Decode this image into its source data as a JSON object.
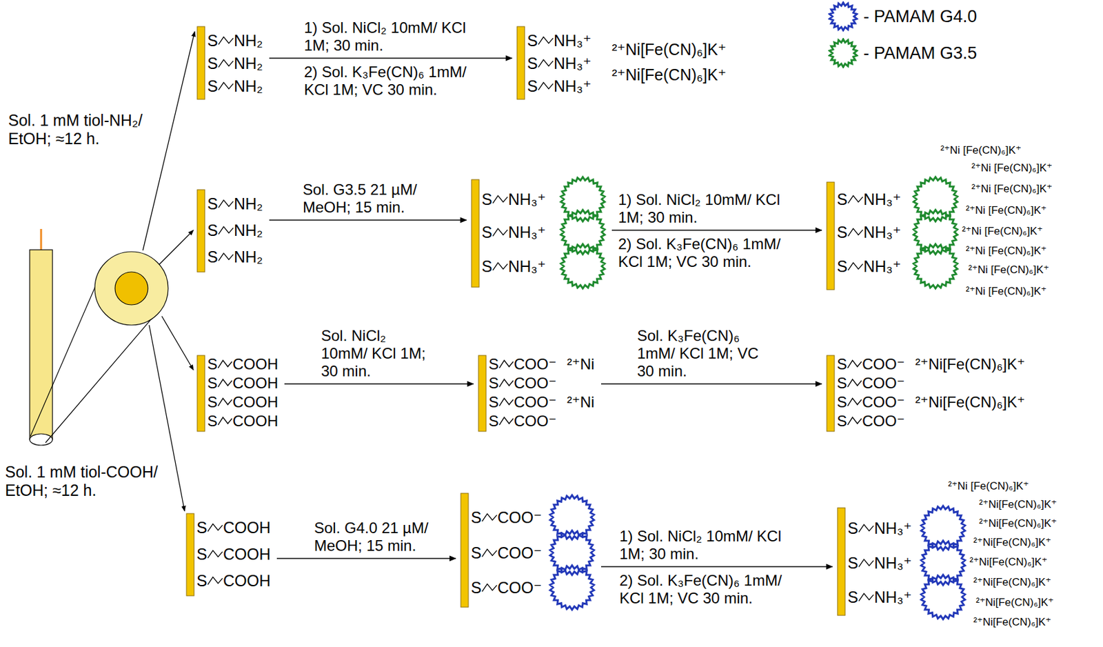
{
  "diagram": {
    "nodes": [
      {
        "text": [
          "S",
          "NH₂",
          "S",
          "NH₂",
          "S",
          "NH₂"
        ]
      },
      {
        "text": [
          "S",
          "NH₃⁺",
          "S",
          "NH₃⁺",
          "S",
          "NH₃⁺",
          "²⁺Ni[Fe(CN)₆]K⁺",
          "²⁺Ni[Fe(CN)₆]K⁺"
        ]
      },
      {
        "text": [
          "S",
          "NH₂",
          "S",
          "NH₂",
          "S",
          "NH₂"
        ]
      },
      {
        "text": [
          "S",
          "NH₃⁺",
          "S",
          "NH₃⁺",
          "S",
          "NH₃⁺"
        ]
      },
      {
        "text": [
          "S",
          "NH₃⁺",
          "S",
          "NH₃⁺",
          "S",
          "NH₃⁺",
          "²⁺Ni [Fe(CN)₆]K⁺",
          "²⁺Ni [Fe(CN)₆]K⁺",
          "²⁺Ni [Fe(CN)₆]K⁺",
          "²⁺Ni [Fe(CN)₆]K⁺",
          "²⁺Ni [Fe(CN)₆]K⁺",
          "²⁺Ni [Fe(CN)₆]K⁺",
          "²⁺Ni [Fe(CN)₆]K⁺",
          "²⁺Ni [Fe(CN)₆]K⁺"
        ]
      },
      {
        "text": [
          "S",
          "COOH",
          "S",
          "COOH",
          "S",
          "COOH",
          "S",
          "COOH"
        ]
      },
      {
        "text": [
          "S",
          "COO⁻",
          "S",
          "COO⁻",
          "S",
          "COO⁻",
          "S",
          "COO⁻",
          "²⁺Ni",
          "²⁺Ni"
        ]
      },
      {
        "text": [
          "S",
          "COO⁻",
          "S",
          "COO⁻",
          "S",
          "COO⁻",
          "S",
          "COO⁻",
          "²⁺Ni[Fe(CN)₆]K⁺",
          "²⁺Ni[Fe(CN)₆]K⁺"
        ]
      },
      {
        "text": [
          "S",
          "COOH",
          "S",
          "COOH",
          "S",
          "COOH"
        ]
      },
      {
        "text": [
          "S",
          "COO⁻",
          "S",
          "COO⁻",
          "S",
          "COO⁻"
        ]
      },
      {
        "text": [
          "S",
          "NH₃⁺",
          "S",
          "NH₃⁺",
          "S",
          "NH₃⁺",
          "²⁺Ni [Fe(CN)₆]K⁺",
          "²⁺Ni[Fe(CN)₆]K⁺",
          "²⁺Ni[Fe(CN)₆]K⁺",
          "²⁺Ni[Fe(CN)₆]K⁺",
          "²⁺Ni[Fe(CN)₆]K⁺",
          "²⁺Ni[Fe(CN)₆]K⁺",
          "²⁺Ni[Fe(CN)₆]K⁺",
          "²⁺Ni[Fe(CN)₆]K⁺"
        ]
      }
    ],
    "edges": [
      {
        "from": 0,
        "to": 1,
        "arrow": "to",
        "label": "1) Sol. NiCl₂ 10mM/ KCl 1M; 30 min."
      },
      {
        "from": 2,
        "to": 3,
        "arrow": "to",
        "label": "Sol. G3.5 21 µM/ MeOH; 15 min."
      },
      {
        "from": 3,
        "to": 4,
        "arrow": "to",
        "label": "1) Sol. NiCl₂ 10mM/ KCl 1M; 30 min."
      },
      {
        "from": 5,
        "to": 6,
        "arrow": "to",
        "label": "Sol. NiCl₂ 10mM/ KCl 1M; 30 min."
      },
      {
        "from": 6,
        "to": 7,
        "arrow": "to",
        "label": "Sol. K₃Fe(CN)₆ 1mM/ KCl 1M; VC 30 min."
      },
      {
        "from": 8,
        "to": 9,
        "arrow": "to",
        "label": "Sol. G4.0 21 µM/ MeOH; 15 min."
      },
      {
        "from": 9,
        "to": 10,
        "arrow": "to",
        "label": "1) Sol. NiCl₂ 10mM/ KCl 1M; 30 min."
      }
    ],
    "labels": [
      "Sol. 1 mM tiol-NH₂/ EtOH; ≈12 h.",
      "Sol. 1 mM tiol-COOH/ EtOH; ≈12 h.",
      "2) Sol. K₃Fe(CN)₆ 1mM/ KCl 1M; VC 30 min.",
      "2) Sol. K₃Fe(CN)₆ 1mM/ KCl 1M; VC 30 min.",
      "2) Sol. K₃Fe(CN)₆ 1mM/ KCl 1M; VC 30 min."
    ],
    "legend": [
      {
        "text": "- PAMAM G4.0"
      },
      {
        "text": "- PAMAM G3.5"
      }
    ]
  }
}
